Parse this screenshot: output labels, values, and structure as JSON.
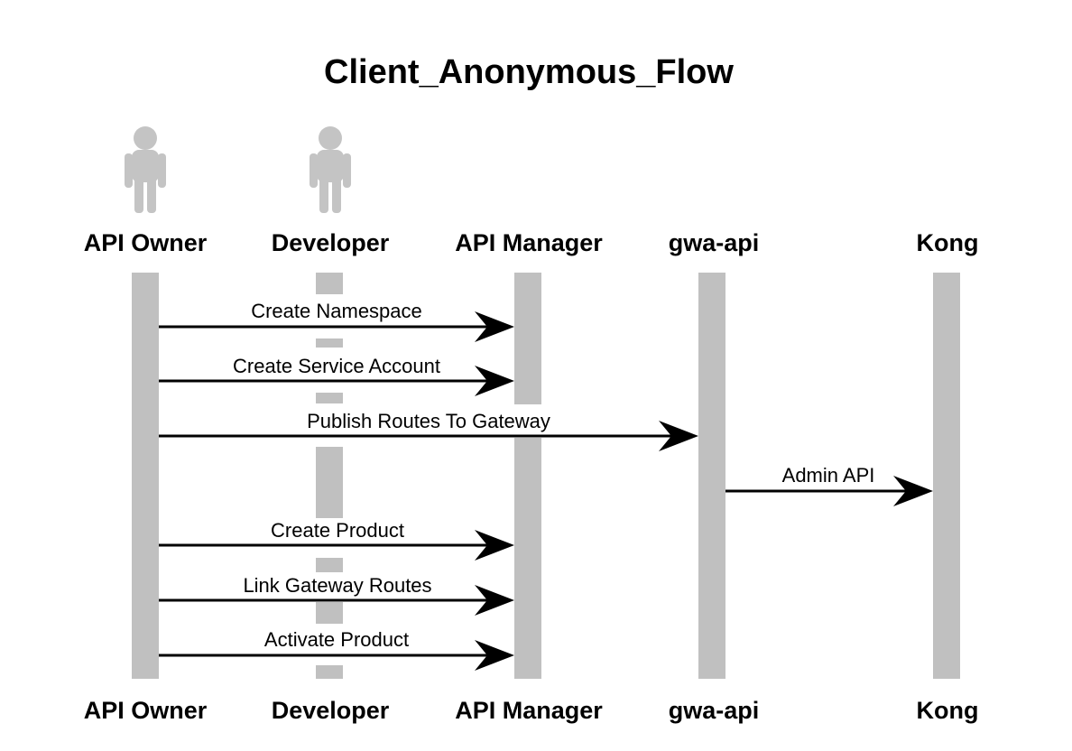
{
  "diagram": {
    "title": "Client_Anonymous_Flow",
    "participants": [
      {
        "id": "api-owner",
        "label": "API Owner",
        "actor": true
      },
      {
        "id": "developer",
        "label": "Developer",
        "actor": true
      },
      {
        "id": "api-manager",
        "label": "API Manager",
        "actor": false
      },
      {
        "id": "gwa-api",
        "label": "gwa-api",
        "actor": false
      },
      {
        "id": "kong",
        "label": "Kong",
        "actor": false
      }
    ],
    "messages": [
      {
        "from": "api-owner",
        "to": "api-manager",
        "label": "Create Namespace"
      },
      {
        "from": "api-owner",
        "to": "api-manager",
        "label": "Create Service Account"
      },
      {
        "from": "api-owner",
        "to": "gwa-api",
        "label": "Publish Routes To Gateway"
      },
      {
        "from": "gwa-api",
        "to": "kong",
        "label": "Admin API"
      },
      {
        "from": "api-owner",
        "to": "api-manager",
        "label": "Create Product"
      },
      {
        "from": "api-owner",
        "to": "api-manager",
        "label": "Link Gateway Routes"
      },
      {
        "from": "api-owner",
        "to": "api-manager",
        "label": "Activate Product"
      }
    ],
    "colors": {
      "lifeline": "#c0c0c0",
      "actor": "#c4c4c4",
      "arrow": "#000000"
    }
  }
}
